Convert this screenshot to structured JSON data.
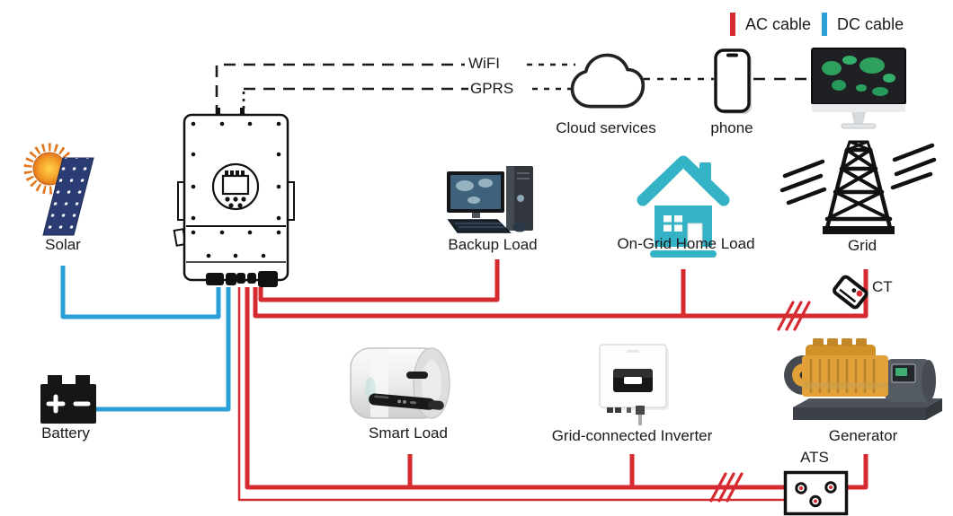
{
  "legend": {
    "ac_label": "AC cable",
    "dc_label": "DC cable",
    "ac_color": "#d42a30",
    "dc_color": "#2b9fd7"
  },
  "comms": {
    "wifi_label": "WiFI",
    "gprs_label": "GPRS",
    "cloud_label": "Cloud services",
    "phone_label": "phone"
  },
  "devices": {
    "solar": "Solar",
    "battery": "Battery",
    "backup_load": "Backup Load",
    "on_grid_home_load": "On-Grid Home Load",
    "grid": "Grid",
    "ct": "CT",
    "smart_load": "Smart Load",
    "grid_connected_inverter": "Grid-connected Inverter",
    "generator": "Generator",
    "ats": "ATS"
  },
  "icons": {
    "solar-panel-icon": "pv panel with sun",
    "battery-icon": "battery with +/- terminals",
    "hybrid-inverter-icon": "wall inverter with round display",
    "cloud-icon": "cloud outline",
    "phone-icon": "smartphone outline",
    "monitor-icon": "desktop monitor with world map",
    "computer-icon": "desktop pc (backup load)",
    "house-icon": "gradient house (on-grid load)",
    "grid-tower-icon": "transmission tower",
    "ct-clamp-icon": "current transformer clamp",
    "water-heater-icon": "smart load water heater",
    "string-inverter-icon": "grid-connected inverter box",
    "generator-icon": "diesel generator",
    "ats-icon": "ATS box with 3 terminals"
  }
}
